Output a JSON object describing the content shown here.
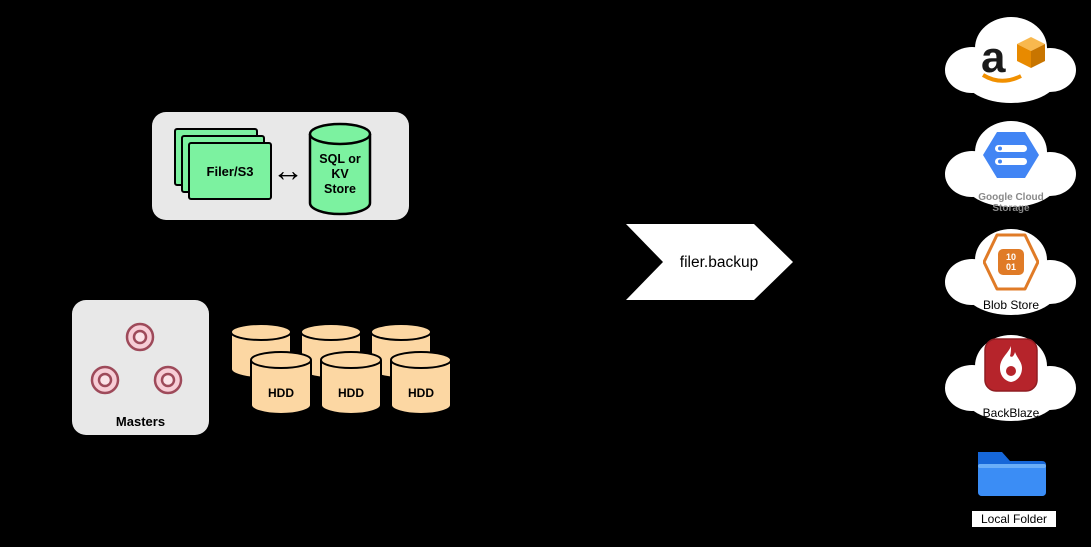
{
  "canvas": {
    "background": "#000000"
  },
  "filer_group": {
    "filer_label": "Filer/S3",
    "double_arrow_glyph": "↔",
    "store_lines": [
      "SQL or",
      "KV",
      "Store"
    ],
    "colors": {
      "box": "#e8e8e8",
      "shape_green": "#7cf2a0"
    }
  },
  "masters": {
    "label": "Masters",
    "colors": {
      "box": "#e8e8e8",
      "ring_fill": "#f7cdd6",
      "ring_stroke": "#9e4a5a"
    }
  },
  "volume_servers": {
    "hdd_label": "HDD",
    "colors": {
      "cylinder": "#fcd7a3"
    }
  },
  "backup_arrow": {
    "label": "filer.backup",
    "color": "#ffffff"
  },
  "cloud_targets": {
    "aws": {
      "icon_letter": "a",
      "colors": {
        "smile_orange": "#f19000",
        "cube_orange": "#e88a00"
      }
    },
    "google_cloud_storage": {
      "label_line1": "Google Cloud",
      "label_line2": "Storage",
      "colors": {
        "hexagon_blue": "#4285f4",
        "label_gray": "#8a8a8a"
      }
    },
    "blob_store": {
      "label": "Blob Store",
      "icon_digits_top": "10",
      "icon_digits_bottom": "01",
      "colors": {
        "orange": "#e07b27"
      }
    },
    "backblaze": {
      "label": "BackBlaze",
      "colors": {
        "red": "#b6242b"
      }
    },
    "local_folder": {
      "label": "Local Folder",
      "colors": {
        "folder_blue": "#3b8df5"
      }
    }
  }
}
